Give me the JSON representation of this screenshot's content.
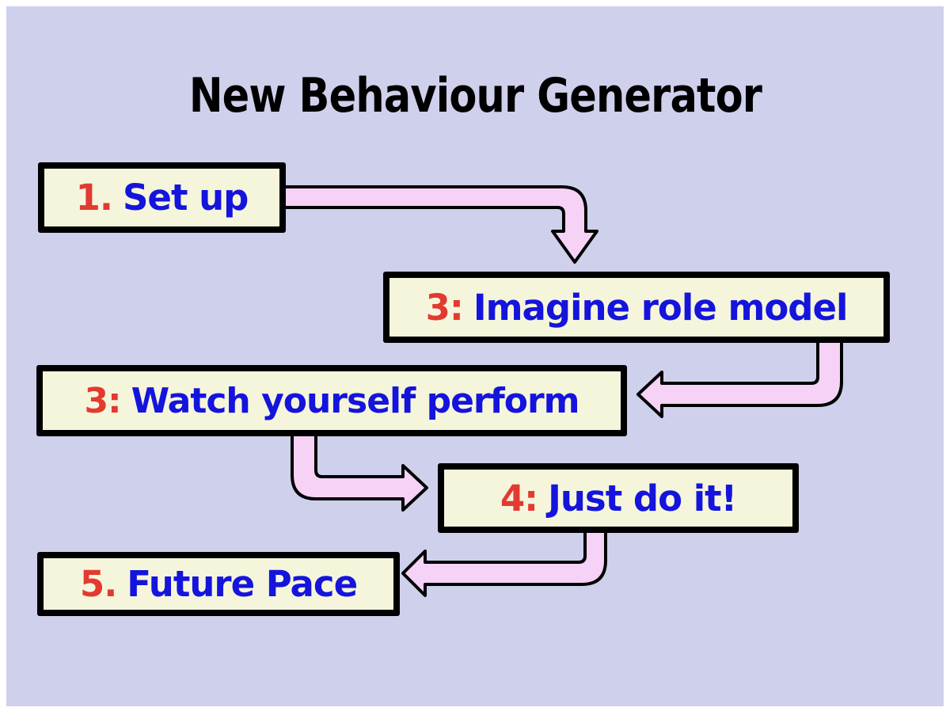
{
  "title": "New Behaviour Generator",
  "steps": [
    {
      "number": "1.",
      "label": "Set up"
    },
    {
      "number": "3:",
      "label": "Imagine role model"
    },
    {
      "number": "3:",
      "label": "Watch yourself perform"
    },
    {
      "number": "4:",
      "label": "Just do it!"
    },
    {
      "number": "5.",
      "label": "Future Pace"
    }
  ],
  "arrows": [
    {
      "name": "arrow-set-up-to-imagine-role-model",
      "direction": "right-then-down"
    },
    {
      "name": "arrow-imagine-role-model-to-watch-yourself-perform",
      "direction": "down-then-left"
    },
    {
      "name": "arrow-watch-yourself-perform-to-just-do-it",
      "direction": "down-then-right"
    },
    {
      "name": "arrow-just-do-it-to-future-pace",
      "direction": "down-then-left"
    }
  ],
  "colors": {
    "background": "#cfd0ec",
    "page_margin": "#ffffff",
    "box_fill": "#f5f5dc",
    "box_border": "#000000",
    "arrow_fill": "#f6d2f6",
    "arrow_outline": "#000000",
    "number_color": "#e23a30",
    "label_color": "#1414dd",
    "title_color": "#000000"
  }
}
